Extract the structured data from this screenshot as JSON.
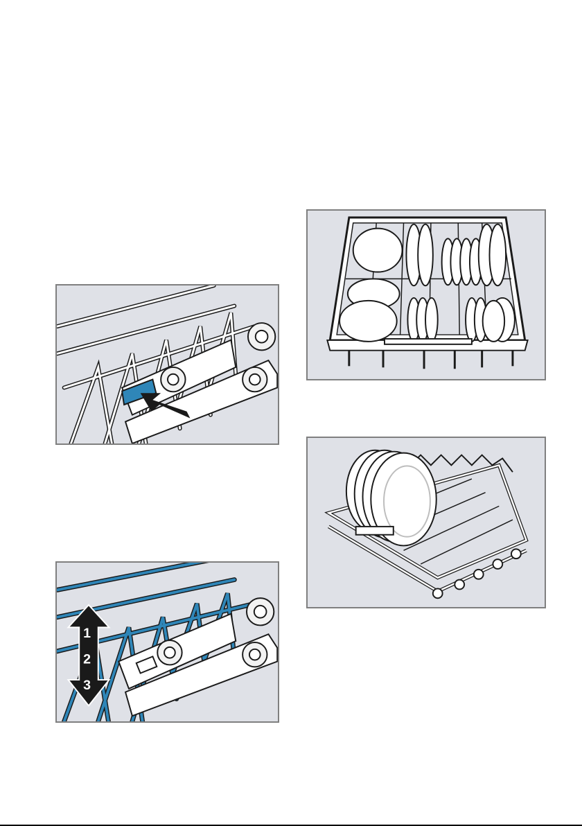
{
  "figures": {
    "height_adjust_positions": {
      "levels": [
        "1",
        "2",
        "3"
      ]
    }
  },
  "colors": {
    "panel_background": "#dfe1e7",
    "panel_border": "#7f7f7f",
    "rack_highlight": "#2f86b8",
    "wire": "#ffffff",
    "outline": "#1a1a1a"
  }
}
